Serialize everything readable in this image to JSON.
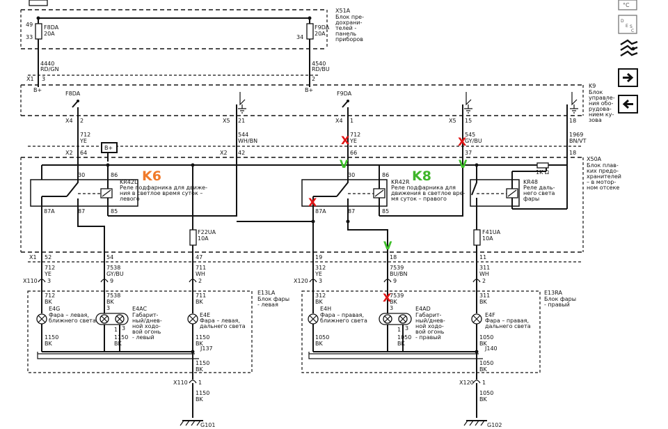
{
  "fuse_panel": {
    "title": "X51A",
    "desc_lines": [
      "Блок пре-",
      "дохрани-",
      "телей -",
      "панель",
      "приборов"
    ],
    "left_pin_top": "49",
    "left_pin_bottom": "33",
    "left_fuse": "F8DA",
    "left_fuse_rating": "20A",
    "right_pin": "34",
    "right_fuse": "F9DA",
    "right_fuse_rating": "20A"
  },
  "wires_top": {
    "left_circuit": "4440",
    "left_color": "RD/GN",
    "right_circuit": "4540",
    "right_color": "RD/BU"
  },
  "bcm": {
    "title": "K9",
    "desc_lines": [
      "Блок",
      "управле-",
      "ния обо-",
      "рудова-",
      "нием ку-",
      "зова"
    ],
    "connector_left": "X1",
    "pin_left": "3",
    "pin_right": "2",
    "bplus_left": "B+",
    "bplus_right": "B+",
    "label_f8da": "F8DA",
    "label_f9da": "F9DA",
    "x4_left": "X4",
    "x4_left_pin": "2",
    "x5_left": "X5",
    "x5_left_pin": "21",
    "x4_right": "X4",
    "x4_right_pin": "1",
    "x5_right": "X5",
    "x5_right_pin": "15",
    "pin_far_right": "18"
  },
  "wires_mid": {
    "w1_circuit": "712",
    "w1_color": "YE",
    "w2_circuit": "544",
    "w2_color": "WH/BN",
    "w3_circuit": "712",
    "w3_color": "YE",
    "w4_circuit": "545",
    "w4_color": "GY/BU",
    "w5_circuit": "1969",
    "w5_color": "BN/VT"
  },
  "underhood_fuse": {
    "title": "X50A",
    "desc_lines": [
      "Блок плав-",
      "ких предо-",
      "хранителей",
      "– в мотор-",
      "ном отсеке"
    ],
    "x2_left": "X2",
    "x2_left_pin": "64",
    "x2_mid": "X2",
    "x2_mid_pin": "42",
    "pin_66": "66",
    "pin_37": "37",
    "pin_18": "18",
    "bplus_badge": "B+",
    "resistor_label": "1K Ω"
  },
  "relay_left": {
    "id": "KR42L",
    "callout": "K6",
    "callout_color": "#f07a2a",
    "desc_lines": [
      "Реле подфарника для движе-",
      "ния в светлое время суток –",
      "левого"
    ],
    "pin_30": "30",
    "pin_86": "86",
    "pin_87a": "87A",
    "pin_87": "87",
    "pin_85": "85"
  },
  "relay_right": {
    "id": "KR42R",
    "callout": "K8",
    "callout_color": "#3fb52a",
    "desc_lines": [
      "Реле подфарника для",
      "движения в светлое вре-",
      "мя суток – правого"
    ],
    "pin_30": "30",
    "pin_86": "86",
    "pin_87a": "87A",
    "pin_87": "87",
    "pin_85": "85"
  },
  "relay_hi": {
    "id": "KR48",
    "desc_lines": [
      "Реле даль-",
      "него света",
      "фары"
    ]
  },
  "fuses_low": {
    "left_id": "F22UA",
    "left_rating": "10A",
    "right_id": "F41UA",
    "right_rating": "10A"
  },
  "x1_bottom": {
    "label": "X1",
    "pins": [
      "52",
      "54",
      "47",
      "19",
      "18",
      "11"
    ]
  },
  "wires_low": {
    "l1_circuit": "712",
    "l1_color": "YE",
    "l2_circuit": "7538",
    "l2_color": "GY/BU",
    "l3_circuit": "711",
    "l3_color": "WH",
    "r1_circuit": "312",
    "r1_color": "YE",
    "r2_circuit": "7539",
    "r2_color": "BU/BN",
    "r3_circuit": "311",
    "r3_color": "WH"
  },
  "headlamp_left": {
    "title": "E13LA",
    "desc_lines": [
      "Блок фары",
      "- левая"
    ],
    "connector": "X110",
    "pins": [
      "3",
      "9",
      "2"
    ],
    "w1": "712",
    "w1c": "BK",
    "w2": "7538",
    "w2c": "BK",
    "w3": "711",
    "w3c": "BK",
    "pin3a": "3",
    "pin3b": "3",
    "lamp1_id": "E4G",
    "lamp1_lines": [
      "Фара – левая,",
      "ближнего света"
    ],
    "lamp2_id": "E4AC",
    "lamp2_lines": [
      "Габарит-",
      "ный/днев-",
      "ной ходо-",
      "вой огонь",
      "- левый"
    ],
    "lamp3_id": "E4E",
    "lamp3_lines": [
      "Фара – левая,",
      "дальнего света"
    ],
    "g1": "1150",
    "g1c": "BK",
    "g2_pin": "1",
    "g2": "1150",
    "g2c": "BK",
    "g3": "1150",
    "g3c": "BK",
    "splice": "J137",
    "after_splice": "1150",
    "after_splice_c": "BK",
    "ground_conn": "X110",
    "ground_pin": "1",
    "ground_w": "1150",
    "ground_wc": "BK",
    "ground": "G101"
  },
  "headlamp_right": {
    "title": "E13RA",
    "desc_lines": [
      "Блок фары",
      "- правый"
    ],
    "connector": "X120",
    "pins": [
      "3",
      "9",
      "2"
    ],
    "w1": "312",
    "w1c": "BK",
    "w2": "7539",
    "w2c": "BK",
    "w3": "311",
    "w3c": "BK",
    "pin3a": "3",
    "pin3b": "3",
    "lamp1_id": "E4H",
    "lamp1_lines": [
      "Фара – правая,",
      "ближнего света"
    ],
    "lamp2_id": "E4AD",
    "lamp2_lines": [
      "Габарит-",
      "ный/днев-",
      "ной ходо-",
      "вой огонь",
      "- правый"
    ],
    "lamp3_id": "E4F",
    "lamp3_lines": [
      "Фара – правая,",
      "дальнего света"
    ],
    "g1": "1050",
    "g1c": "BK",
    "g2_pin": "1",
    "g2": "1050",
    "g2c": "BK",
    "g3": "1050",
    "g3c": "BK",
    "splice": "J140",
    "after_splice": "1050",
    "after_splice_c": "BK",
    "ground_conn": "X120",
    "ground_pin": "1",
    "ground_w": "1050",
    "ground_wc": "BK",
    "ground": "G102"
  },
  "markers": {
    "x_symbol": "X",
    "v_symbol": "V",
    "x_color": "#e01515",
    "v_color": "#3fc02a"
  },
  "toolbar": {
    "btn1": "°C",
    "btn2_top": "D",
    "btn2_mid": "E",
    "btn2_sub": "S",
    "btn2_c": "C"
  }
}
